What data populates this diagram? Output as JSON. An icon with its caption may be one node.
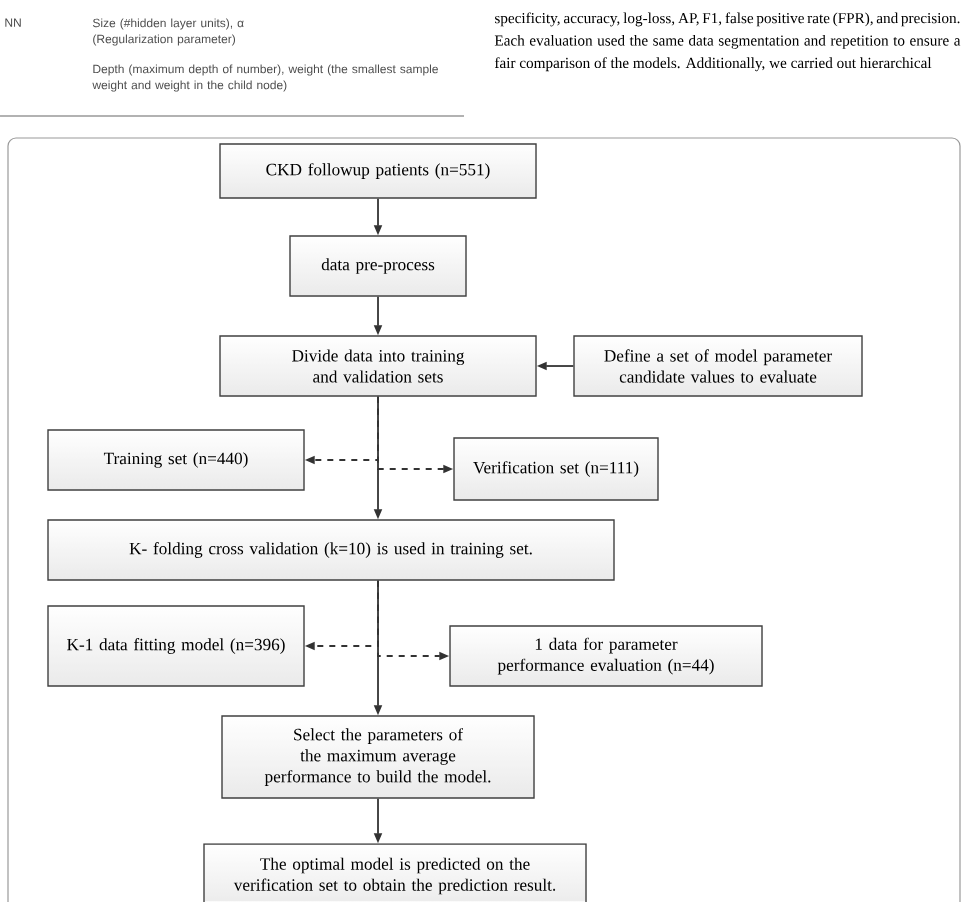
{
  "diagram": {
    "nodes": [
      {
        "text": [
          "CKD followup patients (n=551)"
        ]
      },
      {
        "text": [
          "data pre-process"
        ]
      },
      {
        "text": [
          "Divide data into training and validation sets"
        ]
      },
      {
        "text": [
          "Define a set of model parameter candidate values to evaluate"
        ]
      },
      {
        "text": [
          "Training set (n=440)"
        ]
      },
      {
        "text": [
          "Verification set (n=111)"
        ]
      },
      {
        "text": [
          "K- folding cross validation (k=10) is used in training set."
        ]
      },
      {
        "text": [
          "K-1 data fitting model (n=396)"
        ]
      },
      {
        "text": [
          "1 data for parameter performance evaluation (n=44)"
        ]
      },
      {
        "text": [
          "Select the parameters of the maximum average performance to build the model."
        ]
      },
      {
        "text": [
          "The optimal model is predicted on the verification set to obtain the prediction result."
        ]
      }
    ],
    "edges": [
      {
        "from": 0,
        "to": 1,
        "arrow": "to"
      },
      {
        "from": 1,
        "to": 2,
        "arrow": "to"
      },
      {
        "from": 3,
        "to": 2,
        "arrow": "to"
      },
      {
        "from": 2,
        "to": 6,
        "arrow": "to"
      },
      {
        "from": 2,
        "to": 4,
        "arrow": "to",
        "style": "dashed"
      },
      {
        "from": 2,
        "to": 5,
        "arrow": "to",
        "style": "dashed"
      },
      {
        "from": 6,
        "to": 9,
        "arrow": "to"
      },
      {
        "from": 6,
        "to": 7,
        "arrow": "to",
        "style": "dashed"
      },
      {
        "from": 6,
        "to": 8,
        "arrow": "to",
        "style": "dashed"
      },
      {
        "from": 9,
        "to": 10,
        "arrow": "to"
      }
    ],
    "labels": [
      "NN",
      "Size (#hidden layer units), α (Regularization parameter)",
      "Depth (maximum depth of number), weight (the smallest sample weight and weight in the child node)",
      "specificity, accuracy, log-loss, AP, F1, false positive rate (FPR), and precision. Each evaluation used the same data segmentation and repetition to ensure a fair comparison of the models. Additionally, we carried out hierarchical"
    ]
  }
}
